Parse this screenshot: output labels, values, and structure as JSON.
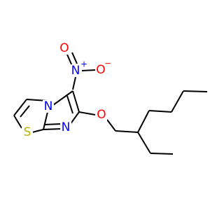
{
  "molecule": {
    "atoms": {
      "nitro_n": {
        "symbol": "N",
        "charge": "+"
      },
      "nitro_o_top": {
        "symbol": "O"
      },
      "nitro_o_right": {
        "symbol": "O",
        "charge": "−"
      },
      "ring_n_bridge": {
        "symbol": "N"
      },
      "ring_n_low": {
        "symbol": "N"
      },
      "ring_s": {
        "symbol": "S"
      },
      "ether_o": {
        "symbol": "O"
      }
    },
    "colors": {
      "bond": "#000000",
      "nitrogen": "#0000ff",
      "oxygen": "#ff0000",
      "sulfur": "#b3b300"
    }
  }
}
